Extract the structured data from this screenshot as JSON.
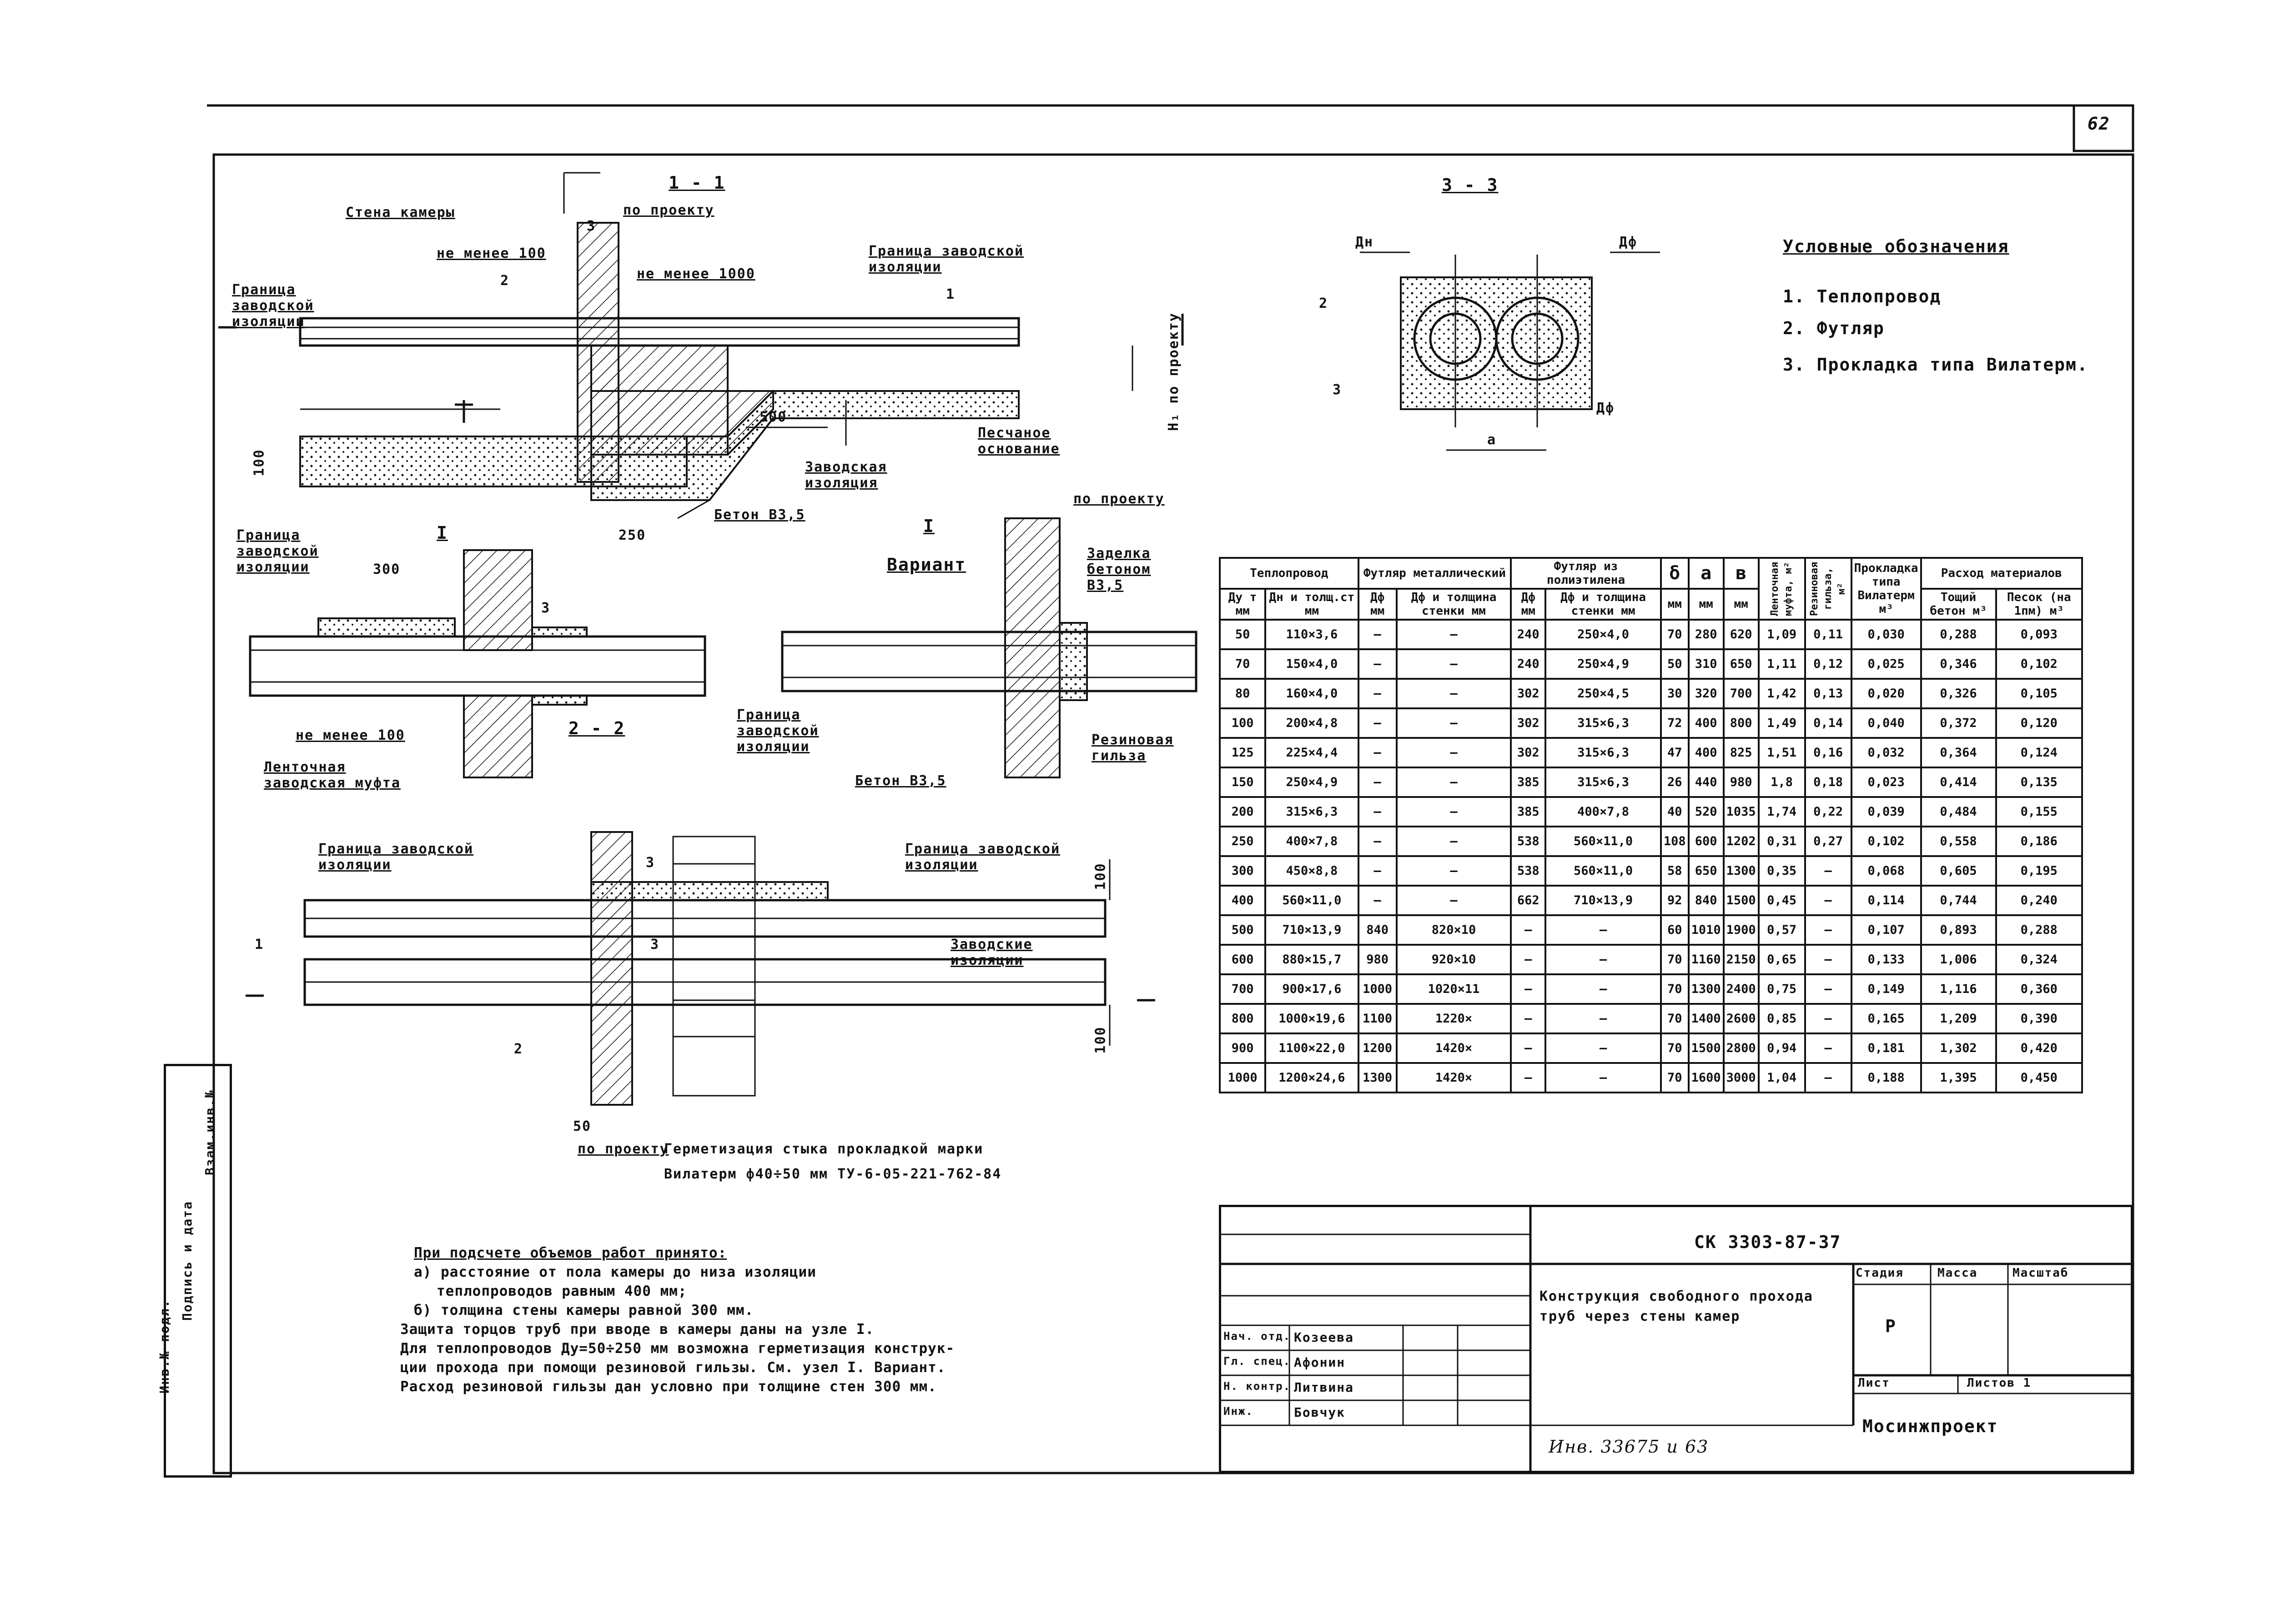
{
  "page_number": "62",
  "sections": {
    "s11": "1 - 1",
    "s22": "2 - 2",
    "s33": "3 - 3",
    "node1": "I",
    "variant": "Вариант"
  },
  "labels": {
    "wall": "Стена камеры",
    "by_project": "по проекту",
    "by_project2": "по проекту",
    "by_project3": "по проекту",
    "min100": "не менее 100",
    "min1000": "не менее 1000",
    "factory_boundary_left": "Граница заводской изоляции",
    "factory_boundary_right": "Граница заводской изоляции",
    "sand_base": "Песчаное основание",
    "factory_insulation": "Заводская изоляция",
    "concrete": "Бетон В3,5",
    "concrete2": "Бетон В3,5",
    "dim_500": "500",
    "dim_100": "100",
    "dim_250": "250",
    "dim_300": "300",
    "dim_50": "50",
    "dim_H": "Н₁ по проекту",
    "seal": "Заделка бетоном В3,5",
    "factory_boundary_I": "Граница заводской изоляции",
    "factory_boundary_var": "Граница заводской изоляции",
    "rubber_sleeve": "Резиновая гильза",
    "belt_coupling": "Ленточная заводская муфта",
    "factory_ins_lower": "Заводские изоляции",
    "sealing_note": "Герметизация стыка прокладкой марки",
    "sealing_note2": "Вилатерм ф40÷50 мм  ТУ-6-05-221-762-84",
    "num1": "1",
    "num2": "2",
    "num3": "3",
    "dim_a": "а",
    "dim_d": "Дф",
    "dim_dn": "Дн"
  },
  "legend": {
    "title": "Условные обозначения",
    "items": [
      "1. Теплопровод",
      "2. Футляр",
      "3. Прокладка типа Вилатерм."
    ]
  },
  "table": {
    "header_groups": {
      "pipe": "Теплопровод",
      "metal_case": "Футляр металлический",
      "pe_case": "Футляр из полиэтилена",
      "delta": "δ",
      "a": "а",
      "b": "в",
      "belt": "Ленточная муфта, м²",
      "rubber": "Резиновая гильза, м²",
      "gasket": "Прокладка типа Вилатерм м³",
      "usage": "Расход материалов"
    },
    "subheaders": {
      "dy": "Дy т мм",
      "dn": "Дн и толщ.ст мм",
      "df": "Дф мм",
      "dfw": "Дф и толщина стенки мм",
      "dfp": "Дф мм",
      "dfpw": "Дф и толщина стенки мм",
      "mm1": "мм",
      "mm2": "мм",
      "mm3": "мм",
      "concrete": "Тощий бетон м³",
      "sand": "Песок (на 1пм) м³"
    },
    "rows": [
      [
        "50",
        "110×3,6",
        "–",
        "–",
        "240",
        "250×4,0",
        "70",
        "280",
        "620",
        "1,09",
        "0,11",
        "0,030",
        "0,288",
        "0,093"
      ],
      [
        "70",
        "150×4,0",
        "–",
        "–",
        "240",
        "250×4,9",
        "50",
        "310",
        "650",
        "1,11",
        "0,12",
        "0,025",
        "0,346",
        "0,102"
      ],
      [
        "80",
        "160×4,0",
        "–",
        "–",
        "302",
        "250×4,5",
        "30",
        "320",
        "700",
        "1,42",
        "0,13",
        "0,020",
        "0,326",
        "0,105"
      ],
      [
        "100",
        "200×4,8",
        "–",
        "–",
        "302",
        "315×6,3",
        "72",
        "400",
        "800",
        "1,49",
        "0,14",
        "0,040",
        "0,372",
        "0,120"
      ],
      [
        "125",
        "225×4,4",
        "–",
        "–",
        "302",
        "315×6,3",
        "47",
        "400",
        "825",
        "1,51",
        "0,16",
        "0,032",
        "0,364",
        "0,124"
      ],
      [
        "150",
        "250×4,9",
        "–",
        "–",
        "385",
        "315×6,3",
        "26",
        "440",
        "980",
        "1,8",
        "0,18",
        "0,023",
        "0,414",
        "0,135"
      ],
      [
        "200",
        "315×6,3",
        "–",
        "–",
        "385",
        "400×7,8",
        "40",
        "520",
        "1035",
        "1,74",
        "0,22",
        "0,039",
        "0,484",
        "0,155"
      ],
      [
        "250",
        "400×7,8",
        "–",
        "–",
        "538",
        "560×11,0",
        "108",
        "600",
        "1202",
        "0,31",
        "0,27",
        "0,102",
        "0,558",
        "0,186"
      ],
      [
        "300",
        "450×8,8",
        "–",
        "–",
        "538",
        "560×11,0",
        "58",
        "650",
        "1300",
        "0,35",
        "–",
        "0,068",
        "0,605",
        "0,195"
      ],
      [
        "400",
        "560×11,0",
        "–",
        "–",
        "662",
        "710×13,9",
        "92",
        "840",
        "1500",
        "0,45",
        "–",
        "0,114",
        "0,744",
        "0,240"
      ],
      [
        "500",
        "710×13,9",
        "840",
        "820×10",
        "–",
        "–",
        "60",
        "1010",
        "1900",
        "0,57",
        "–",
        "0,107",
        "0,893",
        "0,288"
      ],
      [
        "600",
        "880×15,7",
        "980",
        "920×10",
        "–",
        "–",
        "70",
        "1160",
        "2150",
        "0,65",
        "–",
        "0,133",
        "1,006",
        "0,324"
      ],
      [
        "700",
        "900×17,6",
        "1000",
        "1020×11",
        "–",
        "–",
        "70",
        "1300",
        "2400",
        "0,75",
        "–",
        "0,149",
        "1,116",
        "0,360"
      ],
      [
        "800",
        "1000×19,6",
        "1100",
        "1220×",
        "–",
        "–",
        "70",
        "1400",
        "2600",
        "0,85",
        "–",
        "0,165",
        "1,209",
        "0,390"
      ],
      [
        "900",
        "1100×22,0",
        "1200",
        "1420×",
        "–",
        "–",
        "70",
        "1500",
        "2800",
        "0,94",
        "–",
        "0,181",
        "1,302",
        "0,420"
      ],
      [
        "1000",
        "1200×24,6",
        "1300",
        "1420×",
        "–",
        "–",
        "70",
        "1600",
        "3000",
        "1,04",
        "–",
        "0,188",
        "1,395",
        "0,450"
      ]
    ]
  },
  "notes": {
    "title": "При подсчете объемов работ принято:",
    "a": "а) расстояние от пола камеры до низа изоляции",
    "a2": "теплопроводов равным 400 мм;",
    "b": "б) толщина стены камеры равной 300 мм.",
    "c": "Защита торцов труб при вводе в камеры даны на узле I.",
    "d": "Для теплопроводов Ду=50÷250 мм возможна герметизация конструк-",
    "e": "ции прохода при помощи резиновой гильзы. См. узел I. Вариант.",
    "f": "Расход резиновой гильзы дан условно при толщине стен 300 мм."
  },
  "title_block": {
    "code": "СК 3303-87-37",
    "title": "Конструкция свободного прохода труб через стены камер",
    "stage_h": "Стадия",
    "mass_h": "Масса",
    "scale_h": "Масштаб",
    "stage": "Р",
    "sheet_h": "Лист",
    "sheets_h": "Листов 1",
    "org": "Мосинжпроект",
    "signed_rows": [
      {
        "role": "Нач. отд.",
        "name": "Козеева"
      },
      {
        "role": "Гл. спец.",
        "name": "Афонин"
      },
      {
        "role": "Н. контр.",
        "name": "Литвина"
      },
      {
        "role": "Инж.",
        "name": "Бовчук"
      }
    ],
    "inv": "Инв. 33675 и 63"
  },
  "side_stamp": {
    "a": "Инв.№ подл.",
    "b": "Подпись и дата",
    "c": "Взам.инв.№"
  }
}
